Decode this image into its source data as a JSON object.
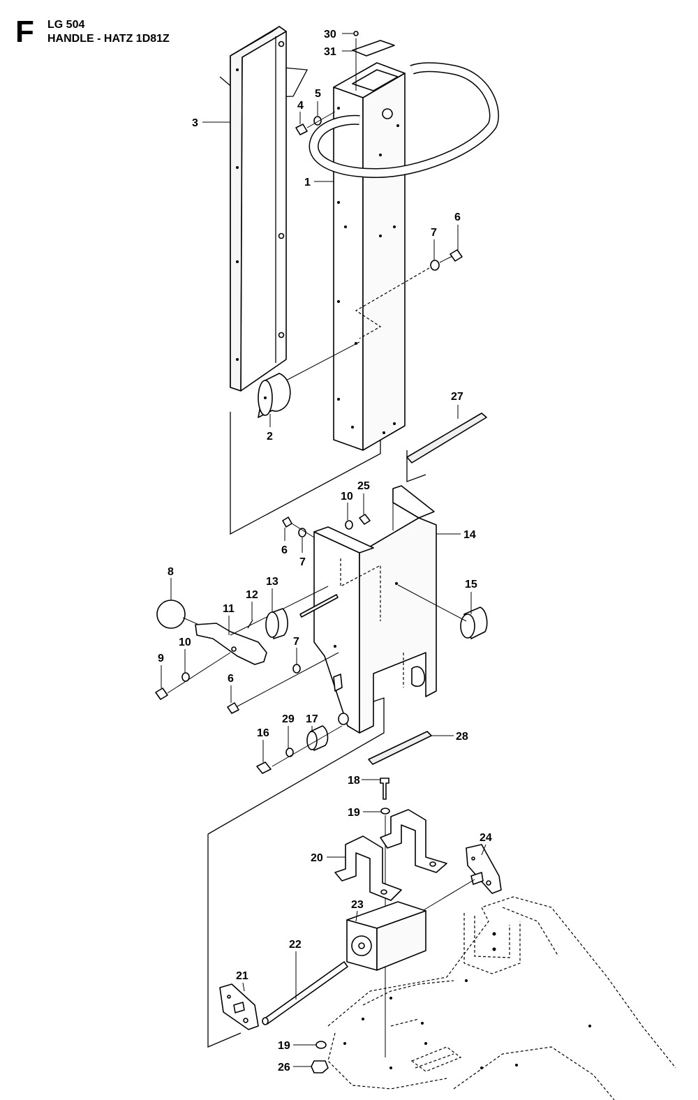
{
  "header": {
    "section_letter": "F",
    "model": "LG 504",
    "subtitle": "HANDLE - HATZ 1D81Z"
  },
  "callouts": [
    {
      "id": "c30",
      "label": "30"
    },
    {
      "id": "c31",
      "label": "31"
    },
    {
      "id": "c3",
      "label": "3"
    },
    {
      "id": "c5",
      "label": "5"
    },
    {
      "id": "c4",
      "label": "4"
    },
    {
      "id": "c1",
      "label": "1"
    },
    {
      "id": "c6a",
      "label": "6"
    },
    {
      "id": "c7a",
      "label": "7"
    },
    {
      "id": "c2",
      "label": "2"
    },
    {
      "id": "c27",
      "label": "27"
    },
    {
      "id": "c25",
      "label": "25"
    },
    {
      "id": "c10a",
      "label": "10"
    },
    {
      "id": "c14",
      "label": "14"
    },
    {
      "id": "c6b",
      "label": "6"
    },
    {
      "id": "c7b",
      "label": "7"
    },
    {
      "id": "c8",
      "label": "8"
    },
    {
      "id": "c13",
      "label": "13"
    },
    {
      "id": "c12",
      "label": "12"
    },
    {
      "id": "c11",
      "label": "11"
    },
    {
      "id": "c15",
      "label": "15"
    },
    {
      "id": "c9",
      "label": "9"
    },
    {
      "id": "c10b",
      "label": "10"
    },
    {
      "id": "c7c",
      "label": "7"
    },
    {
      "id": "c6c",
      "label": "6"
    },
    {
      "id": "c17",
      "label": "17"
    },
    {
      "id": "c16",
      "label": "16"
    },
    {
      "id": "c29",
      "label": "29"
    },
    {
      "id": "c28",
      "label": "28"
    },
    {
      "id": "c18",
      "label": "18"
    },
    {
      "id": "c19a",
      "label": "19"
    },
    {
      "id": "c24",
      "label": "24"
    },
    {
      "id": "c20",
      "label": "20"
    },
    {
      "id": "c23",
      "label": "23"
    },
    {
      "id": "c22",
      "label": "22"
    },
    {
      "id": "c21",
      "label": "21"
    },
    {
      "id": "c19b",
      "label": "19"
    },
    {
      "id": "c26",
      "label": "26"
    }
  ]
}
